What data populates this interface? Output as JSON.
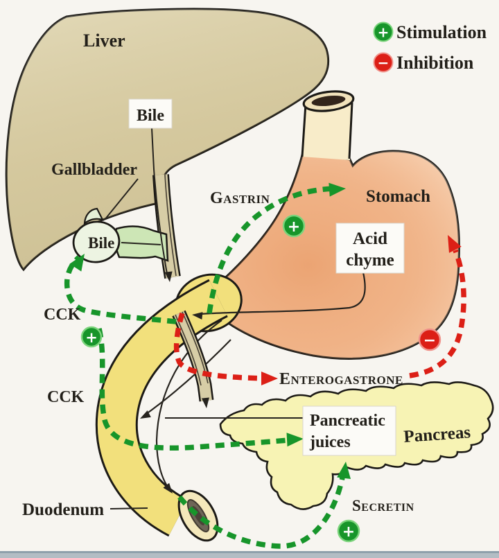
{
  "diagram": {
    "organs": {
      "liver": "Liver",
      "gallbladder": "Gallbladder",
      "stomach": "Stomach",
      "pancreas": "Pancreas",
      "duodenum": "Duodenum"
    },
    "substances": {
      "bile_duct_label": "Bile",
      "gallbladder_bile_label": "Bile",
      "acid_chyme": {
        "line1": "Acid",
        "line2": "chyme"
      },
      "pancreatic_juices": {
        "line1": "Pancreatic",
        "line2": "juices"
      }
    },
    "hormones": {
      "gastrin": "Gastrin",
      "cck_gallbladder": "CCK",
      "cck_pancreas": "CCK",
      "enterogastrone": "Enterogastrone",
      "secretin": "Secretin"
    },
    "legend": {
      "stimulation": "Stimulation",
      "inhibition": "Inhibition",
      "plus": "+",
      "minus": "−"
    },
    "colors": {
      "stimulation_green": "#17952a",
      "inhibition_red": "#dc1f16",
      "liver": "#d9cda4",
      "stomach": "#f1b68b",
      "esophagus": "#f8ecc9",
      "duodenum": "#f2e07c",
      "pancreas": "#f7f3b4",
      "gallbladder": "#edf4e2",
      "bile_duct": "#d7cda6",
      "outline": "#1c1a16",
      "edge_strip": "#b3bdc4"
    }
  }
}
